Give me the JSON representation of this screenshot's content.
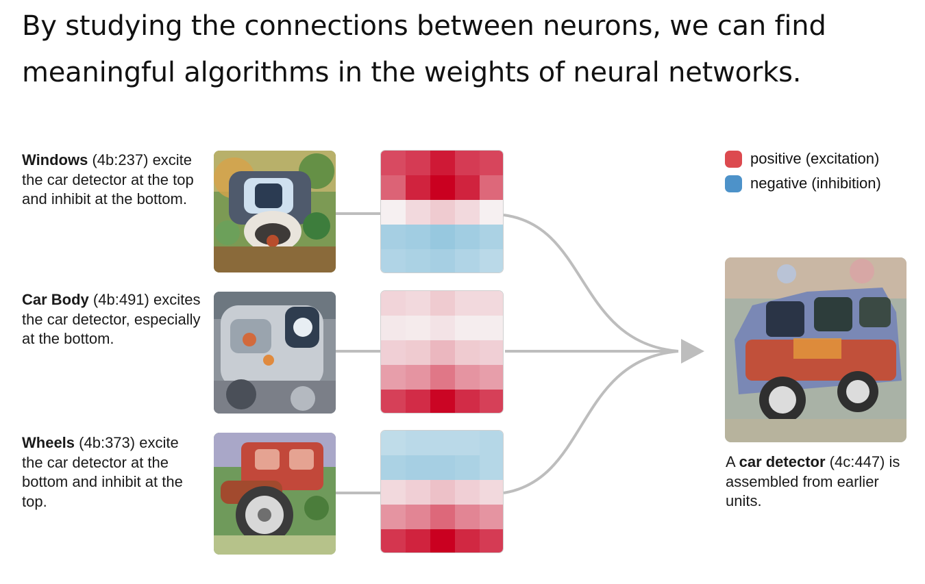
{
  "headline": "By studying the connections between neurons, we can find meaningful algorithms in the weights of neural networks.",
  "legend": {
    "positive": {
      "label": "positive (excitation)",
      "color": "#dc4a4f"
    },
    "negative": {
      "label": "negative (inhibition)",
      "color": "#4d92c9"
    }
  },
  "inputs": [
    {
      "name": "Windows",
      "id": "(4b:237)",
      "rest": "excite the car detector at the top and inhibit at the bottom.",
      "image_icon": "windows-visualization",
      "weights": [
        [
          0.7,
          0.76,
          0.9,
          0.76,
          0.72
        ],
        [
          0.6,
          0.86,
          1.0,
          0.86,
          0.58
        ],
        [
          0.03,
          0.12,
          0.18,
          0.12,
          0.03
        ],
        [
          -0.32,
          -0.34,
          -0.38,
          -0.34,
          -0.3
        ],
        [
          -0.28,
          -0.3,
          -0.32,
          -0.28,
          -0.24
        ]
      ]
    },
    {
      "name": "Car Body",
      "id": "(4b:491)",
      "rest": "excites the car detector, especially at the bottom.",
      "image_icon": "car-body-visualization",
      "weights": [
        [
          0.14,
          0.12,
          0.18,
          0.12,
          0.12
        ],
        [
          0.06,
          0.05,
          0.08,
          0.04,
          0.04
        ],
        [
          0.16,
          0.18,
          0.26,
          0.18,
          0.16
        ],
        [
          0.36,
          0.4,
          0.52,
          0.4,
          0.36
        ],
        [
          0.74,
          0.82,
          0.98,
          0.82,
          0.74
        ]
      ]
    },
    {
      "name": "Wheels",
      "id": "(4b:373)",
      "rest": "excite the car detector at the bottom and inhibit at the top.",
      "image_icon": "wheels-visualization",
      "weights": [
        [
          -0.22,
          -0.24,
          -0.24,
          -0.24,
          -0.26
        ],
        [
          -0.3,
          -0.32,
          -0.32,
          -0.3,
          -0.26
        ],
        [
          0.12,
          0.16,
          0.22,
          0.16,
          0.12
        ],
        [
          0.4,
          0.46,
          0.58,
          0.46,
          0.4
        ],
        [
          0.78,
          0.86,
          1.0,
          0.84,
          0.76
        ]
      ]
    }
  ],
  "output": {
    "prefix": "A",
    "name": "car detector",
    "id": "(4c:447)",
    "rest": "is assembled from earlier units.",
    "image_icon": "car-detector-visualization"
  }
}
